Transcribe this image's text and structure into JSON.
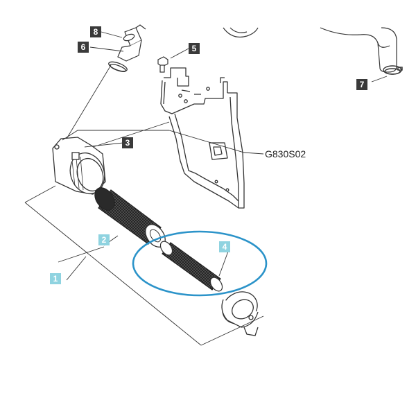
{
  "diagram": {
    "reference_code": "G830S02",
    "callouts": [
      {
        "id": "c1",
        "label": "1",
        "style": "highlight"
      },
      {
        "id": "c2",
        "label": "2",
        "style": "highlight"
      },
      {
        "id": "c3",
        "label": "3",
        "style": "dark"
      },
      {
        "id": "c4",
        "label": "4",
        "style": "highlight"
      },
      {
        "id": "c5",
        "label": "5",
        "style": "dark"
      },
      {
        "id": "c6",
        "label": "6",
        "style": "dark"
      },
      {
        "id": "c7",
        "label": "7",
        "style": "dark"
      },
      {
        "id": "c8",
        "label": "8",
        "style": "dark"
      }
    ],
    "colors": {
      "dark_callout": "#3a3a3a",
      "highlight_callout": "#8fd3e0",
      "highlight_ring": "#2b93c9",
      "line_art": "#333333"
    }
  }
}
